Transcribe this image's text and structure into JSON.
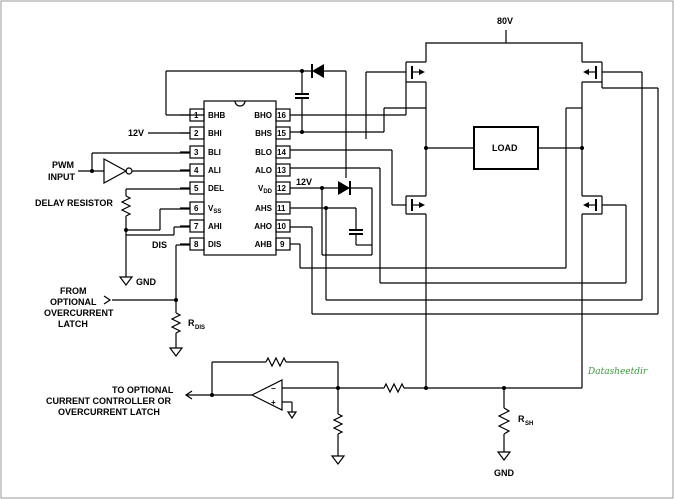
{
  "supply": {
    "hv": "80V",
    "lv1": "12V",
    "lv2": "12V"
  },
  "ic": {
    "left_pins": [
      {
        "num": "1",
        "name": "BHB"
      },
      {
        "num": "2",
        "name": "BHI"
      },
      {
        "num": "3",
        "name": "BLI"
      },
      {
        "num": "4",
        "name": "ALI"
      },
      {
        "num": "5",
        "name": "DEL"
      },
      {
        "num": "6",
        "name": "V",
        "sub": "SS"
      },
      {
        "num": "7",
        "name": "AHI"
      },
      {
        "num": "8",
        "name": "DIS"
      }
    ],
    "right_pins": [
      {
        "num": "16",
        "name": "BHO"
      },
      {
        "num": "15",
        "name": "BHS"
      },
      {
        "num": "14",
        "name": "BLO"
      },
      {
        "num": "13",
        "name": "ALO"
      },
      {
        "num": "12",
        "name": "V",
        "sub": "DD"
      },
      {
        "num": "11",
        "name": "AHS"
      },
      {
        "num": "10",
        "name": "AHO"
      },
      {
        "num": "9",
        "name": "AHB"
      }
    ]
  },
  "labels": {
    "pwm_line1": "PWM",
    "pwm_line2": "INPUT",
    "delay": "DELAY RESISTOR",
    "dis": "DIS",
    "gnd_left": "GND",
    "gnd_right": "GND",
    "from_line1": "FROM",
    "from_line2": "OPTIONAL",
    "from_line3": "OVERCURRENT",
    "from_line4": "LATCH",
    "rdis_main": "R",
    "rdis_sub": "DIS",
    "to_line1": "TO OPTIONAL",
    "to_line2": "CURRENT CONTROLLER OR",
    "to_line3": "OVERCURRENT LATCH",
    "load": "LOAD",
    "rsh_main": "R",
    "rsh_sub": "SH",
    "opamp_minus": "−",
    "opamp_plus": "+"
  },
  "watermark": "Datasheetdir"
}
